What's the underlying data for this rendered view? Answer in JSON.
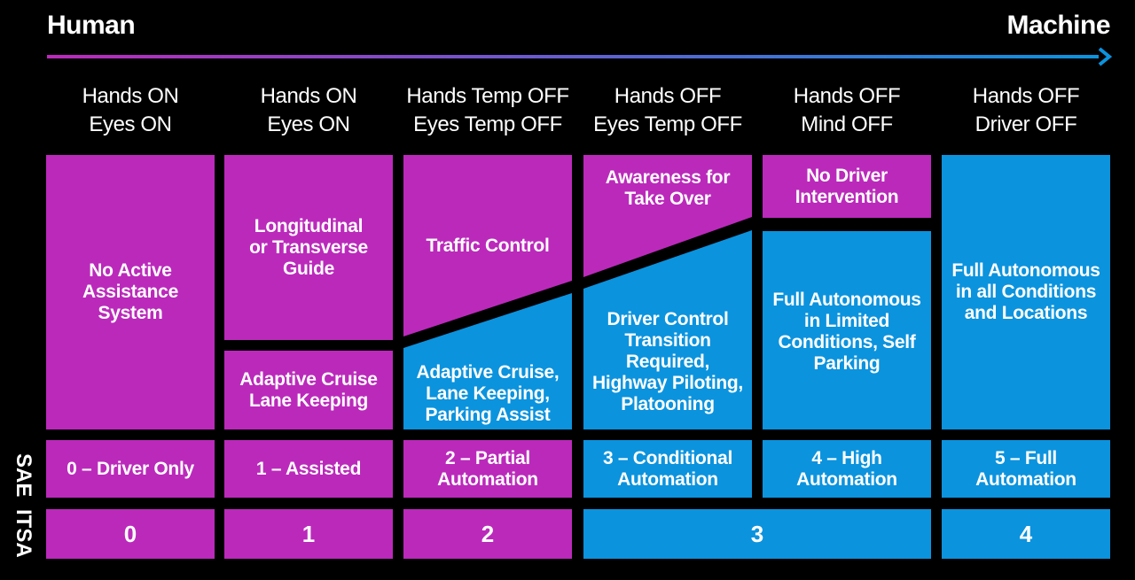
{
  "scale": {
    "left_label": "Human",
    "right_label": "Machine"
  },
  "colors": {
    "magenta": "#bb29bb",
    "blue": "#0b93de",
    "background": "#000000",
    "arrow_start": "#bb29bb",
    "arrow_end": "#0b93de"
  },
  "columns": [
    {
      "line1": "Hands ON",
      "line2": "Eyes ON"
    },
    {
      "line1": "Hands ON",
      "line2": "Eyes ON"
    },
    {
      "line1": "Hands Temp OFF",
      "line2": "Eyes Temp OFF"
    },
    {
      "line1": "Hands OFF",
      "line2": "Eyes Temp OFF"
    },
    {
      "line1": "Hands OFF",
      "line2": "Mind OFF"
    },
    {
      "line1": "Hands OFF",
      "line2": "Driver OFF"
    }
  ],
  "blocks": {
    "col0": "No Active\nAssistance\nSystem",
    "col1_top": "Longitudinal\nor Transverse\nGuide",
    "col1_bottom": "Adaptive Cruise\nLane Keeping",
    "col2_top": "Traffic Control",
    "col2_bottom": "Adaptive Cruise,\nLane Keeping,\nParking Assist",
    "col3_top": "Awareness for\nTake Over",
    "col3_bottom": "Driver Control\nTransition\nRequired,\nHighway Piloting,\nPlatooning",
    "col4_top": "No Driver\nIntervention",
    "col4_bottom": "Full Autonomous\nin Limited\nConditions, Self\nParking",
    "col5": "Full Autonomous\nin all Conditions\nand Locations"
  },
  "sae": {
    "label": "SAE",
    "levels": [
      "0 – Driver Only",
      "1 – Assisted",
      "2 – Partial\nAutomation",
      "3 – Conditional\nAutomation",
      "4 – High\nAutomation",
      "5 – Full\nAutomation"
    ]
  },
  "itsa": {
    "label": "ITSA",
    "levels": [
      "0",
      "1",
      "2",
      "3",
      "4"
    ]
  }
}
